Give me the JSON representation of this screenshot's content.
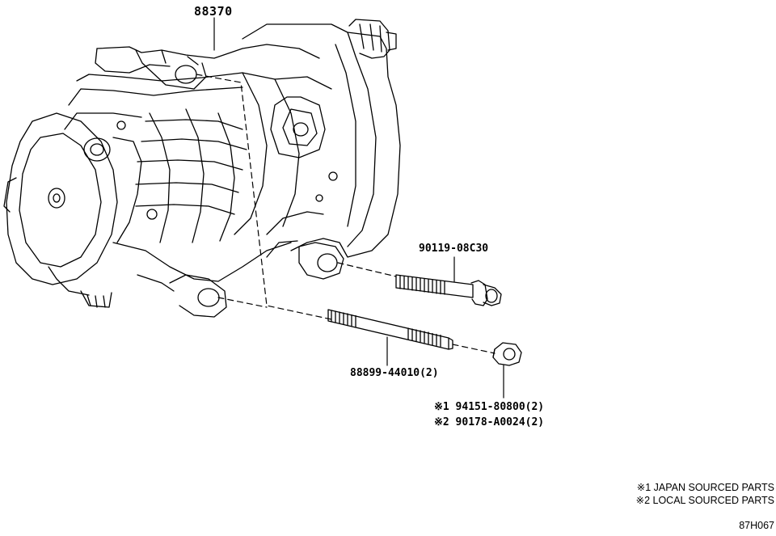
{
  "parts": {
    "compressor": "88370",
    "bolt": "90119-08C30",
    "stud_bolt": "88899-44010(2)",
    "nut_japan": "※1 94151-80800(2)",
    "nut_local": "※2 90178-A0024(2)"
  },
  "notes": {
    "japan": "※1 JAPAN SOURCED PARTS",
    "local": "※2 LOCAL SOURCED PARTS"
  },
  "figure_id": "87H067",
  "colors": {
    "line": "#000000",
    "background": "#ffffff"
  }
}
